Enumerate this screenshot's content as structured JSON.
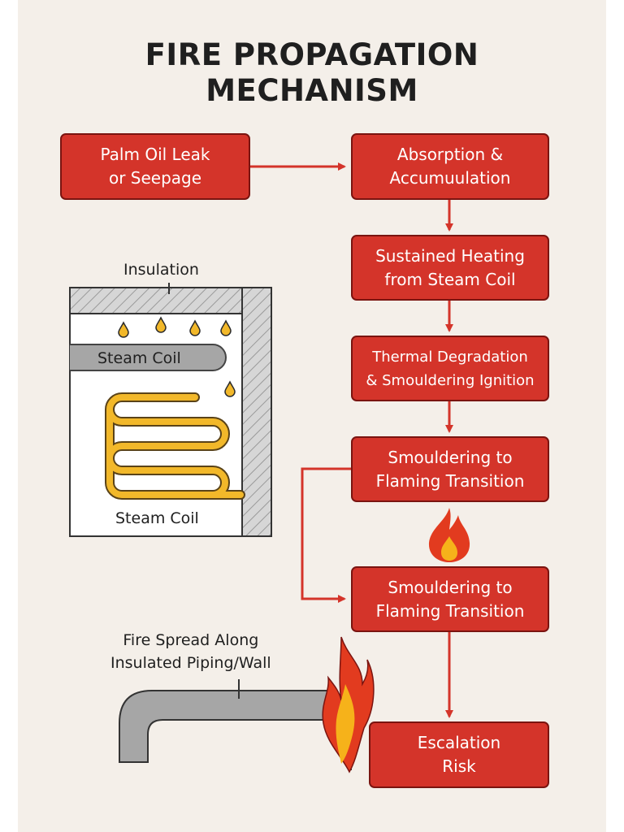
{
  "title": {
    "line1": "FIRE PROPAGATION",
    "line2": "MECHANISM"
  },
  "colors": {
    "background": "#f4efe9",
    "box_fill": "#d4342a",
    "box_border": "#7a1410",
    "arrow": "#d4342a",
    "coil": "#f2b82a",
    "pipe": "#a6a6a6",
    "flame_outer": "#e23b1f",
    "flame_inner": "#f6b21a"
  },
  "flow": {
    "leak": {
      "line1": "Palm Oil Leak",
      "line2": "or Seepage"
    },
    "absorption": {
      "line1": "Absorption &",
      "line2": "Accumuulation"
    },
    "heating": {
      "line1": "Sustained Heating",
      "line2": "from Steam Coil"
    },
    "degradation": {
      "line1": "Thermal Degradation",
      "line2": "& Smouldering Ignition"
    },
    "transition1": {
      "line1": "Smouldering to",
      "line2": "Flaming Transition"
    },
    "transition2": {
      "line1": "Smouldering to",
      "line2": "Flaming Transition"
    },
    "escalation": {
      "line1": "Escalation",
      "line2": "Risk"
    }
  },
  "illustration": {
    "insulation_label": "Insulation",
    "steam_coil_top_label": "Steam Coil",
    "steam_coil_bottom_label": "Steam Coil",
    "fire_spread_label": {
      "line1": "Fire Spread Along",
      "line2": "Insulated Piping/Wall"
    }
  },
  "icons": [
    "oil-drop-icon",
    "flame-icon"
  ]
}
